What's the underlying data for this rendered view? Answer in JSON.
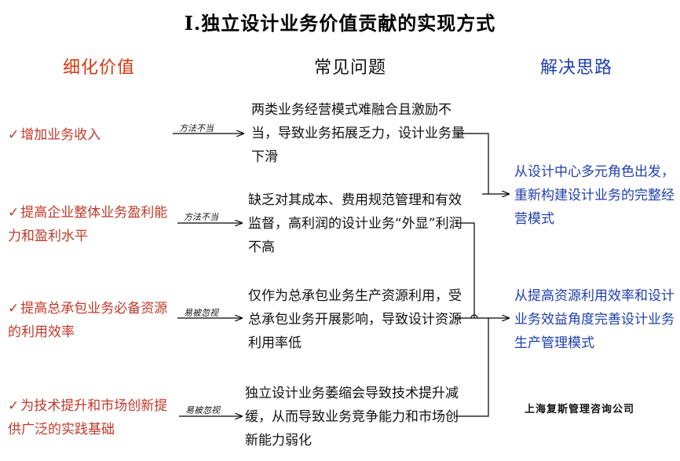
{
  "title": "I.独立设计业务价值贡献的实现方式",
  "headers": {
    "value": "细化价值",
    "problem": "常见问题",
    "solution": "解决思路"
  },
  "values": [
    {
      "check": "✓",
      "text": "增加业务收入"
    },
    {
      "check": "✓",
      "text": "提高企业整体业务盈利能力和盈利水平"
    },
    {
      "check": "✓",
      "text": "提高总承包业务必备资源的利用效率"
    },
    {
      "check": "✓",
      "text": "为技术提升和市场创新提供广泛的实践基础"
    }
  ],
  "arrow_notes": [
    "方法不当",
    "方法不当",
    "易被忽视",
    "易被忽视"
  ],
  "problems": [
    "两类业务经营模式难融合且激励不当，导致业务拓展乏力，设计业务量下滑",
    "缺乏对其成本、费用规范管理和有效监督，高利润的设计业务“外显”利润不高",
    "仅作为总承包业务生产资源利用，受总承包业务开展影响，导致设计资源利用率低",
    "独立设计业务萎缩会导致技术提升减缓，从而导致业务竞争能力和市场创新能力弱化"
  ],
  "solutions": [
    "从设计中心多元角色出发，重新构建设计业务的完整经营模式",
    "从提高资源利用效率和设计业务效益角度完善设计业务生产管理模式"
  ],
  "company": "上海复斯管理咨询公司",
  "colors": {
    "value_red": "#c0392b",
    "solution_blue": "#1f3fae",
    "line": "#000000"
  }
}
